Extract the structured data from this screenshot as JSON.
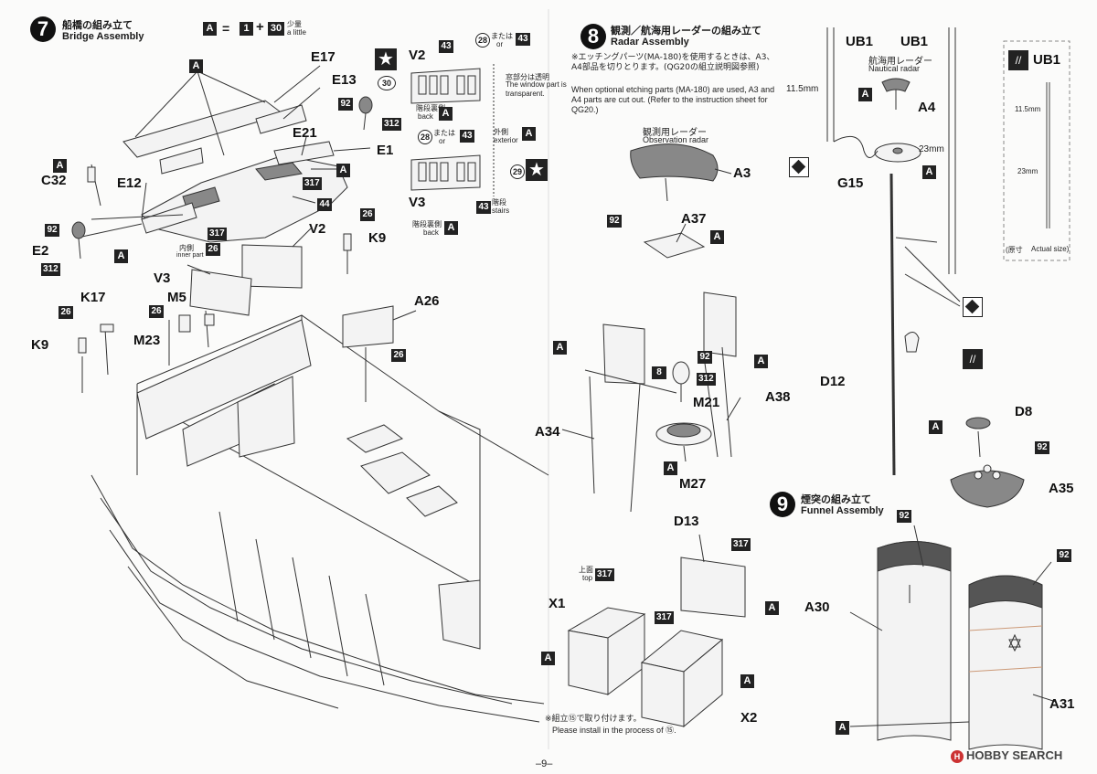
{
  "page": {
    "number": "–9–",
    "watermark": "HOBBY SEARCH"
  },
  "step7": {
    "num": "7",
    "title_jp": "船橋の組み立て",
    "title_en": "Bridge Assembly",
    "legend_A": "A",
    "legend_eq": "=",
    "legend_1": "1",
    "legend_plus": "+",
    "legend_30": "30",
    "legend_little_jp": "少量",
    "legend_little_en": "a little",
    "parts": [
      "E17",
      "E13",
      "E21",
      "E1",
      "E12",
      "C32",
      "E2",
      "V2",
      "V3",
      "K9",
      "K17",
      "M5",
      "M23",
      "K9",
      "A26"
    ],
    "labels": {
      "E17": "E17",
      "E13": "E13",
      "E21": "E21",
      "E1": "E1",
      "E12": "E12",
      "C32": "C32",
      "E2": "E2",
      "V2": "V2",
      "V3": "V3",
      "K9a": "K9",
      "K17": "K17",
      "M5": "M5",
      "M23": "M23",
      "K9b": "K9",
      "A26": "A26"
    },
    "codes": {
      "c92a": "92",
      "c312a": "312",
      "c317": "317",
      "c44": "44",
      "c26a": "26",
      "c92b": "92",
      "c312b": "312",
      "c317b": "317",
      "c26b": "26",
      "c26c": "26",
      "c26d": "26",
      "c26e": "26"
    },
    "inner_jp": "内側",
    "inner_en": "inner part"
  },
  "window_detail": {
    "V2": "V2",
    "V3": "V3",
    "c43a": "43",
    "c28a": "28",
    "c43b": "43",
    "or_jp": "または",
    "or_en": "or",
    "c30": "30",
    "window_jp": "窓部分は透明",
    "window_en": "The window part is transparent.",
    "back_jp": "階段裏側",
    "back_en": "back",
    "outer_jp": "外側",
    "outer_en": "exterior",
    "c28b": "28",
    "c43c": "43",
    "c29": "29",
    "c43d": "43",
    "stairs_jp": "階段",
    "stairs_en": "stairs",
    "back2_jp": "階段裏側",
    "back2_en": "back"
  },
  "step8": {
    "num": "8",
    "title_jp": "観測／航海用レーダーの組み立て",
    "title_en": "Radar Assembly",
    "note_jp": "※エッチングパーツ(MA-180)を使用するときは、A3、A4部品を切りとります。(QG20の組立説明図参照)",
    "note_en": "When optional etching parts (MA-180) are used, A3 and A4 parts are cut out. (Refer to the instruction sheet for QG20.)",
    "obs_jp": "観測用レーダー",
    "obs_en": "Observation radar",
    "labels": {
      "A3": "A3",
      "A37": "A37",
      "A34": "A34",
      "A38": "A38",
      "M21": "M21",
      "M27": "M27",
      "c92a": "92",
      "c92b": "92",
      "c8": "8",
      "c312": "312"
    },
    "D13": "D13",
    "X1": "X1",
    "X2": "X2",
    "c317a": "317",
    "c317b": "317",
    "c317c": "317",
    "top_jp": "上面",
    "top_en": "top",
    "install_jp": "※組立⑮で取り付けます。",
    "install_en": "Please install in the process of ⑮."
  },
  "mast": {
    "UB1a": "UB1",
    "UB1b": "UB1",
    "naut_jp": "航海用レーダー",
    "naut_en": "Nautical radar",
    "dim1": "11.5mm",
    "dim2": "23mm",
    "A4": "A4",
    "G15": "G15",
    "D12": "D12",
    "D8": "D8",
    "A35": "A35",
    "c92": "92"
  },
  "ub1_panel": {
    "title": "UB1",
    "dim1": "11.5mm",
    "dim2": "23mm",
    "actual_jp": "(原寸",
    "actual_en": "Actual size)"
  },
  "step9": {
    "num": "9",
    "title_jp": "煙突の組み立て",
    "title_en": "Funnel Assembly",
    "A30": "A30",
    "A31": "A31",
    "c92a": "92",
    "c92b": "92"
  }
}
